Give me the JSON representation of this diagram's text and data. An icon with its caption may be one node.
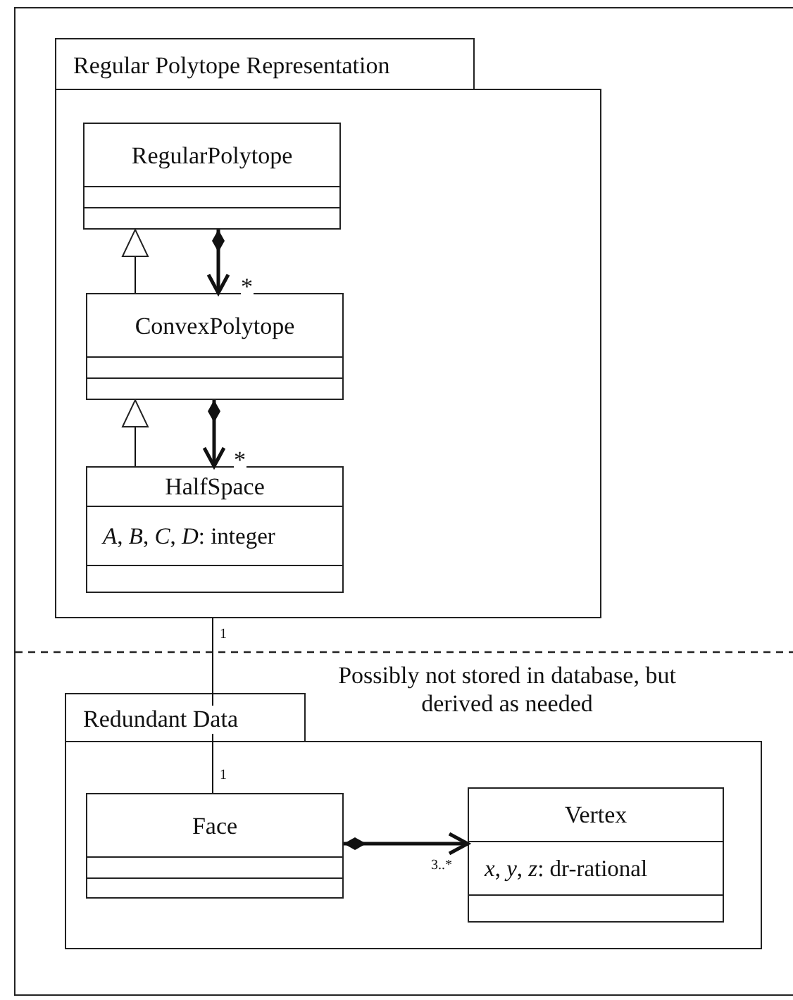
{
  "diagram": {
    "nodes": [
      {
        "text": [
          "Regular Polytope Representation"
        ]
      },
      {
        "text": [
          "RegularPolytope"
        ],
        "in": 0
      },
      {
        "text": [
          "ConvexPolytope"
        ],
        "in": 0
      },
      {
        "text": [
          "HalfSpace",
          "*A*, *B*, *C*, *D*: integer"
        ],
        "in": 0
      },
      {
        "text": [
          "Redundant Data"
        ]
      },
      {
        "text": [
          "Face"
        ],
        "in": 4
      },
      {
        "text": [
          "Vertex",
          "*x*, *y*, *z*: dr-rational"
        ],
        "in": 4
      }
    ],
    "edges": [
      {
        "from": 2,
        "to": 1,
        "arrow": "to"
      },
      {
        "from": 1,
        "to": 2,
        "arrow": "to",
        "label": "*",
        "style": "thick"
      },
      {
        "from": 3,
        "to": 2,
        "arrow": "to"
      },
      {
        "from": 2,
        "to": 3,
        "arrow": "to",
        "label": "*",
        "style": "thick"
      },
      {
        "from": 0,
        "to": 5,
        "arrow": "none",
        "label": "1"
      },
      {
        "from": 5,
        "to": 6,
        "arrow": "to",
        "label": "3..*",
        "style": "thick"
      }
    ],
    "labels": [
      "Possibly not stored in database, but derived as needed",
      "1"
    ]
  }
}
